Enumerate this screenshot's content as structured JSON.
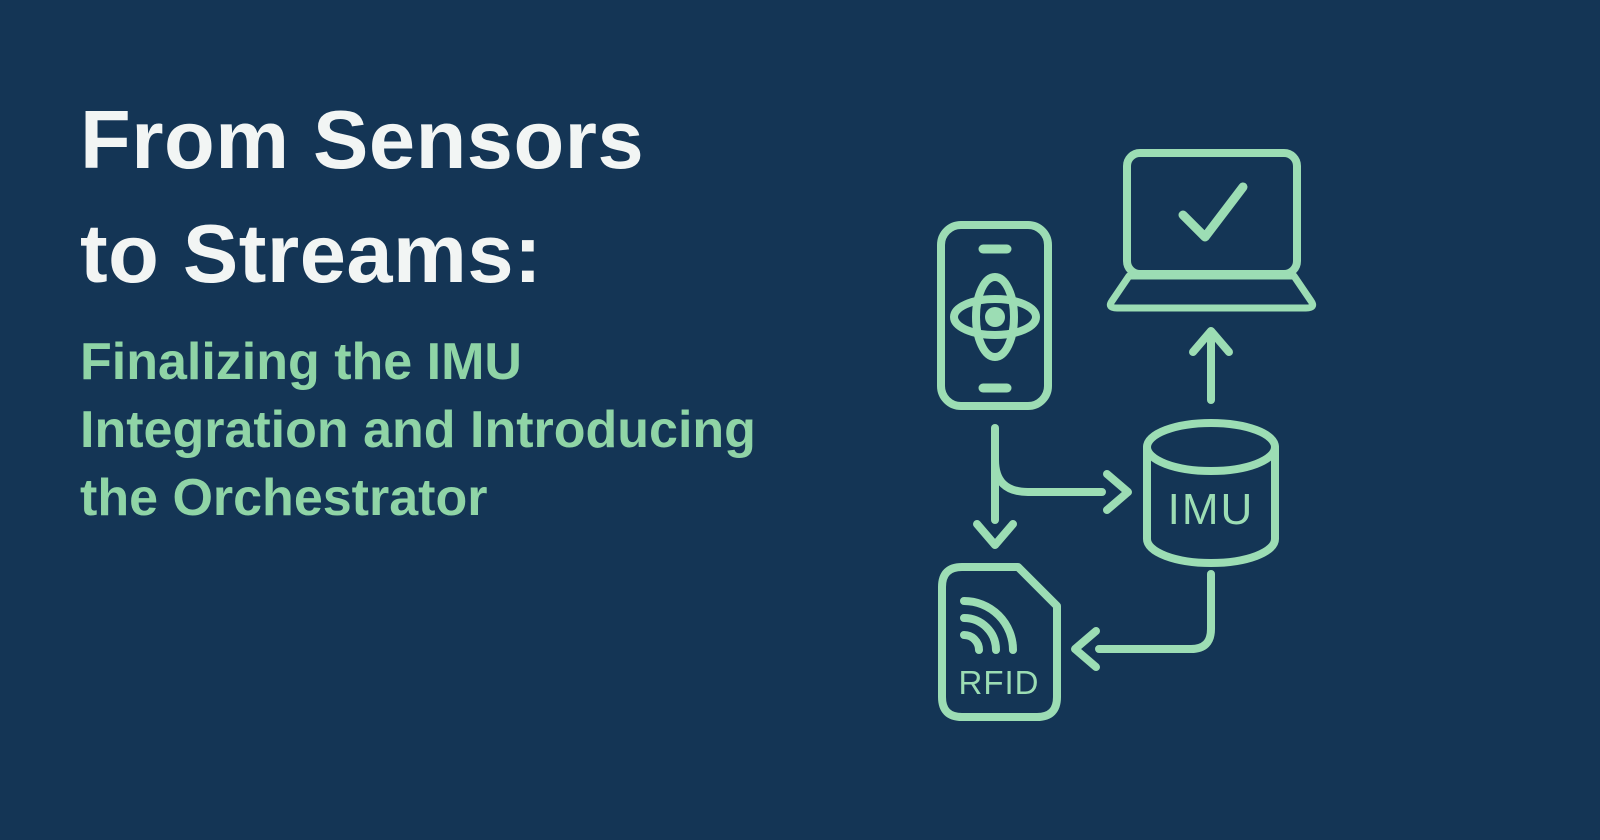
{
  "colors": {
    "background": "#143555",
    "title": "#f2f5f4",
    "subtitle_green": "#8fd4a6",
    "diagram_green": "#9cddb4"
  },
  "header": {
    "title": "From Sensors\nto Streams:",
    "subtitle": "Finalizing the IMU\nIntegration and Introducing\nthe Orchestrator"
  },
  "diagram": {
    "imu_label": "IMU",
    "rfid_label": "RFID",
    "nodes": [
      "smartphone-with-gyroscope",
      "laptop-with-checkmark",
      "imu-database-cylinder",
      "rfid-tag-document"
    ],
    "flows": [
      "phone-to-rfid",
      "phone-to-imu",
      "imu-to-laptop",
      "imu-to-rfid"
    ]
  }
}
